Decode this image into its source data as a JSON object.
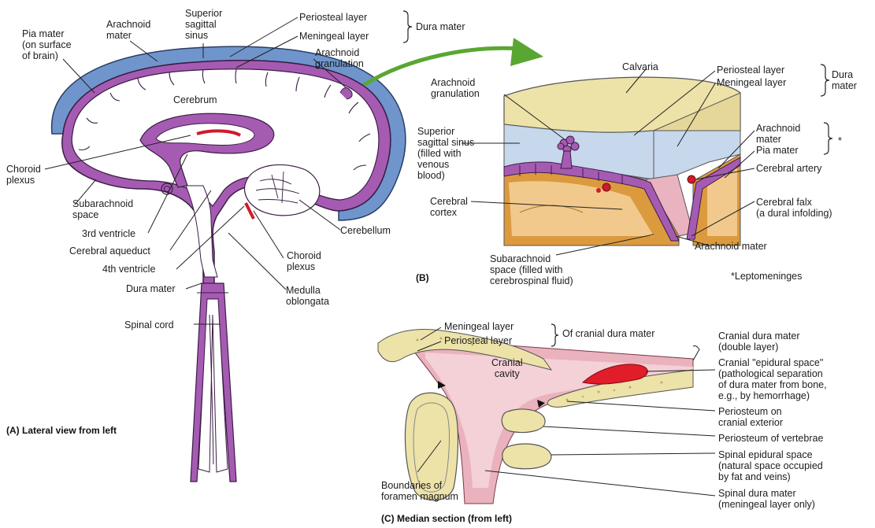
{
  "colors": {
    "pia_purple": "#a65bb3",
    "dura_blue": "#6f95cc",
    "bone_yellow": "#ede2a8",
    "sinus_blue": "#c7d7ec",
    "cortex_orange": "#dc9a3e",
    "blood_red": "#cf1b2a",
    "tissue_pink": "#e9b3bf"
  },
  "panel_a": {
    "caption": "(A) Lateral view from left",
    "labels": {
      "pia": "Pia mater\n(on surface\nof brain)",
      "arachnoid": "Arachnoid\nmater",
      "sss": "Superior\nsagittal\nsinus",
      "periosteal": "Periosteal layer",
      "meningeal": "Meningeal layer",
      "dura_group": "Dura mater",
      "granulation": "Arachnoid\ngranulation",
      "cerebrum": "Cerebrum",
      "choroid_left": "Choroid\nplexus",
      "subarachnoid": "Subarachnoid\nspace",
      "v3": "3rd ventricle",
      "aqueduct": "Cerebral aqueduct",
      "v4": "4th ventricle",
      "dura_bottom": "Dura mater",
      "cerebellum": "Cerebellum",
      "choroid_right": "Choroid\nplexus",
      "medulla": "Medulla\noblongata",
      "spinal_cord": "Spinal cord"
    }
  },
  "panel_b": {
    "caption": "(B)",
    "footnote": "*Leptomeninges",
    "labels": {
      "calvaria": "Calvaria",
      "periosteal": "Periosteal layer",
      "meningeal": "Meningeal layer",
      "dura_group": "Dura\nmater",
      "granulation": "Arachnoid\ngranulation",
      "sss": "Superior\nsagittal sinus\n(filled with\nvenous\nblood)",
      "arachnoid": "Arachnoid\nmater",
      "pia": "Pia mater",
      "asterisk": "*",
      "artery": "Cerebral artery",
      "cortex": "Cerebral\ncortex",
      "falx": "Cerebral falx\n(a dural infolding)",
      "arachnoid2": "Arachnoid mater",
      "subarachnoid": "Subarachnoid\nspace (filled with\ncerebrospinal fluid)"
    }
  },
  "panel_c": {
    "caption": "(C) Median section (from left)",
    "labels": {
      "meningeal": "Meningeal layer",
      "periosteal": "Periosteal layer",
      "group": "Of cranial dura mater",
      "cavity": "Cranial\ncavity",
      "cranial_dura": "Cranial dura mater\n(double layer)",
      "epidural_cranial": "Cranial \"epidural space\"\n(pathological separation\nof dura mater from bone,\ne.g., by hemorrhage)",
      "periosteum_cranial": "Periosteum on\ncranial exterior",
      "periosteum_vert": "Periosteum of vertebrae",
      "spinal_epidural": "Spinal epidural space\n(natural space occupied\nby fat and veins)",
      "boundaries": "Boundaries of\nforamen magnum",
      "spinal_dura": "Spinal dura mater\n(meningeal layer only)"
    }
  }
}
